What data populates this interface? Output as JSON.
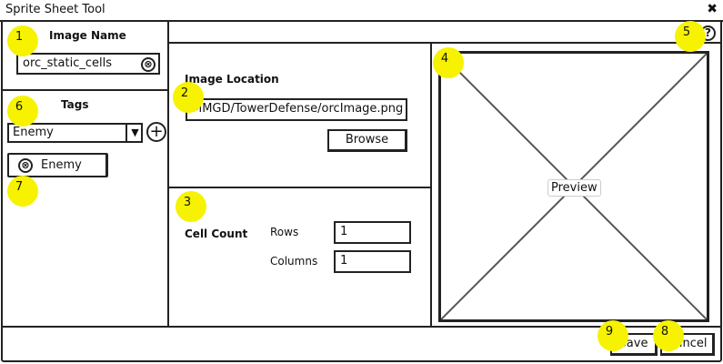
{
  "window": {
    "title": "Sprite Sheet Tool",
    "close_glyph": "✖"
  },
  "image_name": {
    "label": "Image Name",
    "value": "orc_static_cells",
    "clear_glyph": "⊗"
  },
  "tags": {
    "label": "Tags",
    "dropdown_value": "Enemy",
    "dropdown_arrow": "▼",
    "add_glyph": "+",
    "chip_label": "Enemy",
    "chip_remove_glyph": "⊗"
  },
  "image_location": {
    "label": "Image Location",
    "value": "MMGD/TowerDefense/orcImage.png",
    "browse_label": "Browse"
  },
  "cell_count": {
    "label": "Cell Count",
    "rows_label": "Rows",
    "rows_value": "1",
    "columns_label": "Columns",
    "columns_value": "1"
  },
  "preview": {
    "label": "Preview"
  },
  "help_glyph": "?",
  "footer": {
    "save_label": "Save",
    "cancel_label": "Cancel"
  },
  "badges": [
    "1",
    "2",
    "3",
    "4",
    "5",
    "6",
    "7",
    "8",
    "9"
  ],
  "colors": {
    "highlight": "#f6f200",
    "ink": "#222222"
  }
}
